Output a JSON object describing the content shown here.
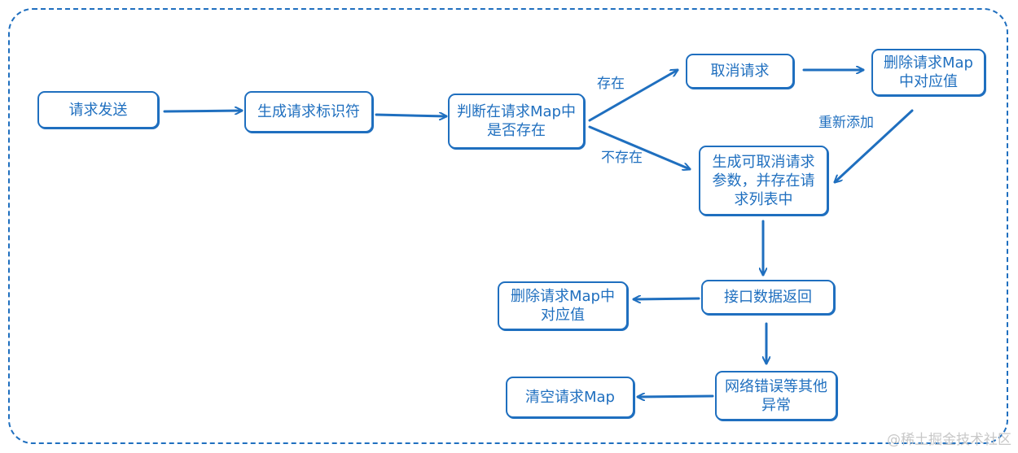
{
  "nodes": {
    "send": "请求发送",
    "gen_id": "生成请求标识符",
    "check_map": "判断在请求Map中是否存在",
    "cancel": "取消请求",
    "delete_map_top": "删除请求Map中对应值",
    "gen_cancel": "生成可取消请求参数，并存在请求列表中",
    "response": "接口数据返回",
    "delete_map_mid": "删除请求Map中对应值",
    "network_error": "网络错误等其他异常",
    "clear_map": "清空请求Map"
  },
  "edge_labels": {
    "exists": "存在",
    "not_exists": "不存在",
    "re_add": "重新添加"
  },
  "watermark": "@稀土掘金技术社区",
  "colors": {
    "stroke": "#1f6fbf",
    "watermark": "#c8c8c8"
  }
}
